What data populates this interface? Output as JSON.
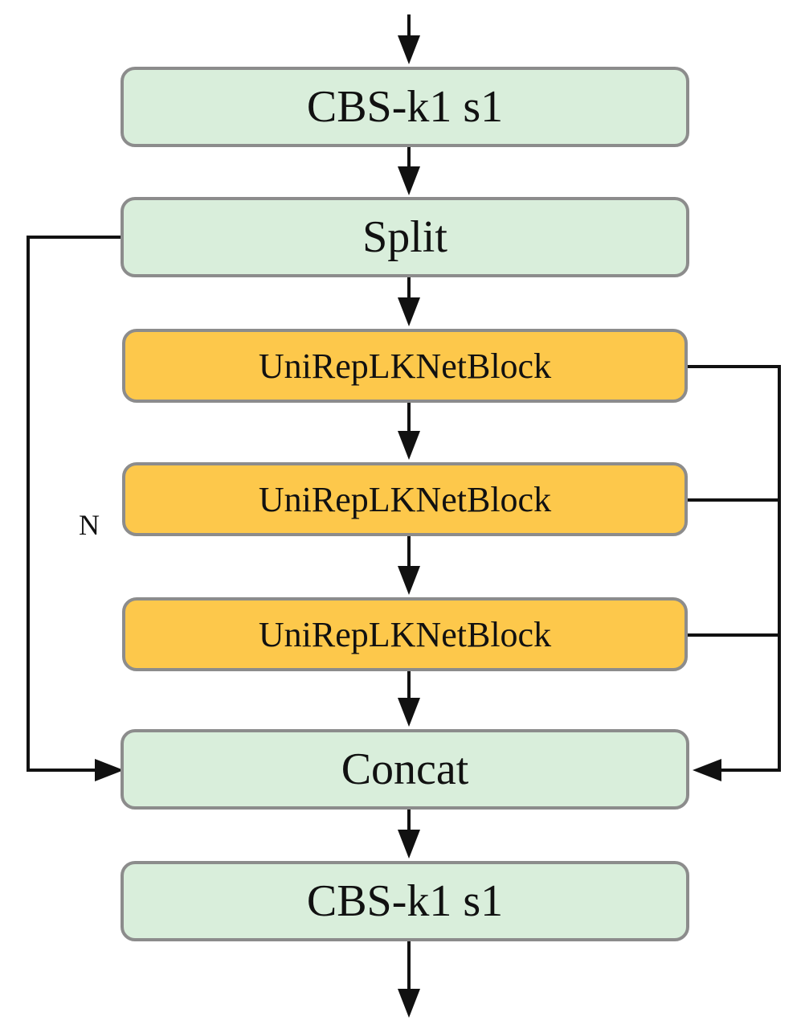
{
  "colors": {
    "conv_fill": "#d9eedb",
    "block_fill": "#fdc84b",
    "border": "#8c8c8c",
    "line": "#111111"
  },
  "nodes": {
    "cbs_top": "CBS-k1 s1",
    "split": "Split",
    "block_1": "UniRepLKNetBlock",
    "block_2": "UniRepLKNetBlock",
    "block_3": "UniRepLKNetBlock",
    "concat": "Concat",
    "cbs_bottom": "CBS-k1 s1"
  },
  "repeat_label": "N"
}
